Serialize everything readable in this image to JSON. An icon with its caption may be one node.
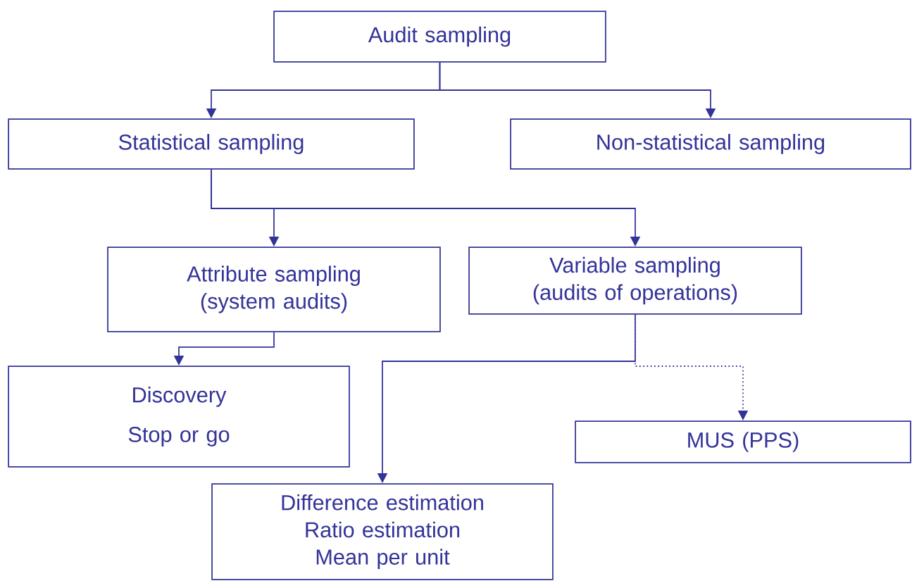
{
  "diagram": {
    "nodes": [
      {
        "text": [
          "Audit sampling"
        ]
      },
      {
        "text": [
          "Statistical sampling"
        ]
      },
      {
        "text": [
          "Non-statistical sampling"
        ]
      },
      {
        "text": [
          "Attribute sampling (system audits)"
        ]
      },
      {
        "text": [
          "Variable sampling (audits of operations)"
        ]
      },
      {
        "text": [
          "Discovery",
          "Stop or go"
        ]
      },
      {
        "text": [
          "MUS (PPS)"
        ]
      },
      {
        "text": [
          "Difference estimation",
          "Ratio estimation",
          "Mean per unit"
        ]
      }
    ],
    "edges": [
      {
        "from": 0,
        "to": 1,
        "arrow": "to"
      },
      {
        "from": 0,
        "to": 2,
        "arrow": "to"
      },
      {
        "from": 1,
        "to": 3,
        "arrow": "to"
      },
      {
        "from": 1,
        "to": 4,
        "arrow": "to"
      },
      {
        "from": 3,
        "to": 5,
        "arrow": "to"
      },
      {
        "from": 4,
        "to": 7,
        "arrow": "to"
      },
      {
        "from": 4,
        "to": 6,
        "arrow": "to",
        "style": "dashed"
      }
    ]
  }
}
